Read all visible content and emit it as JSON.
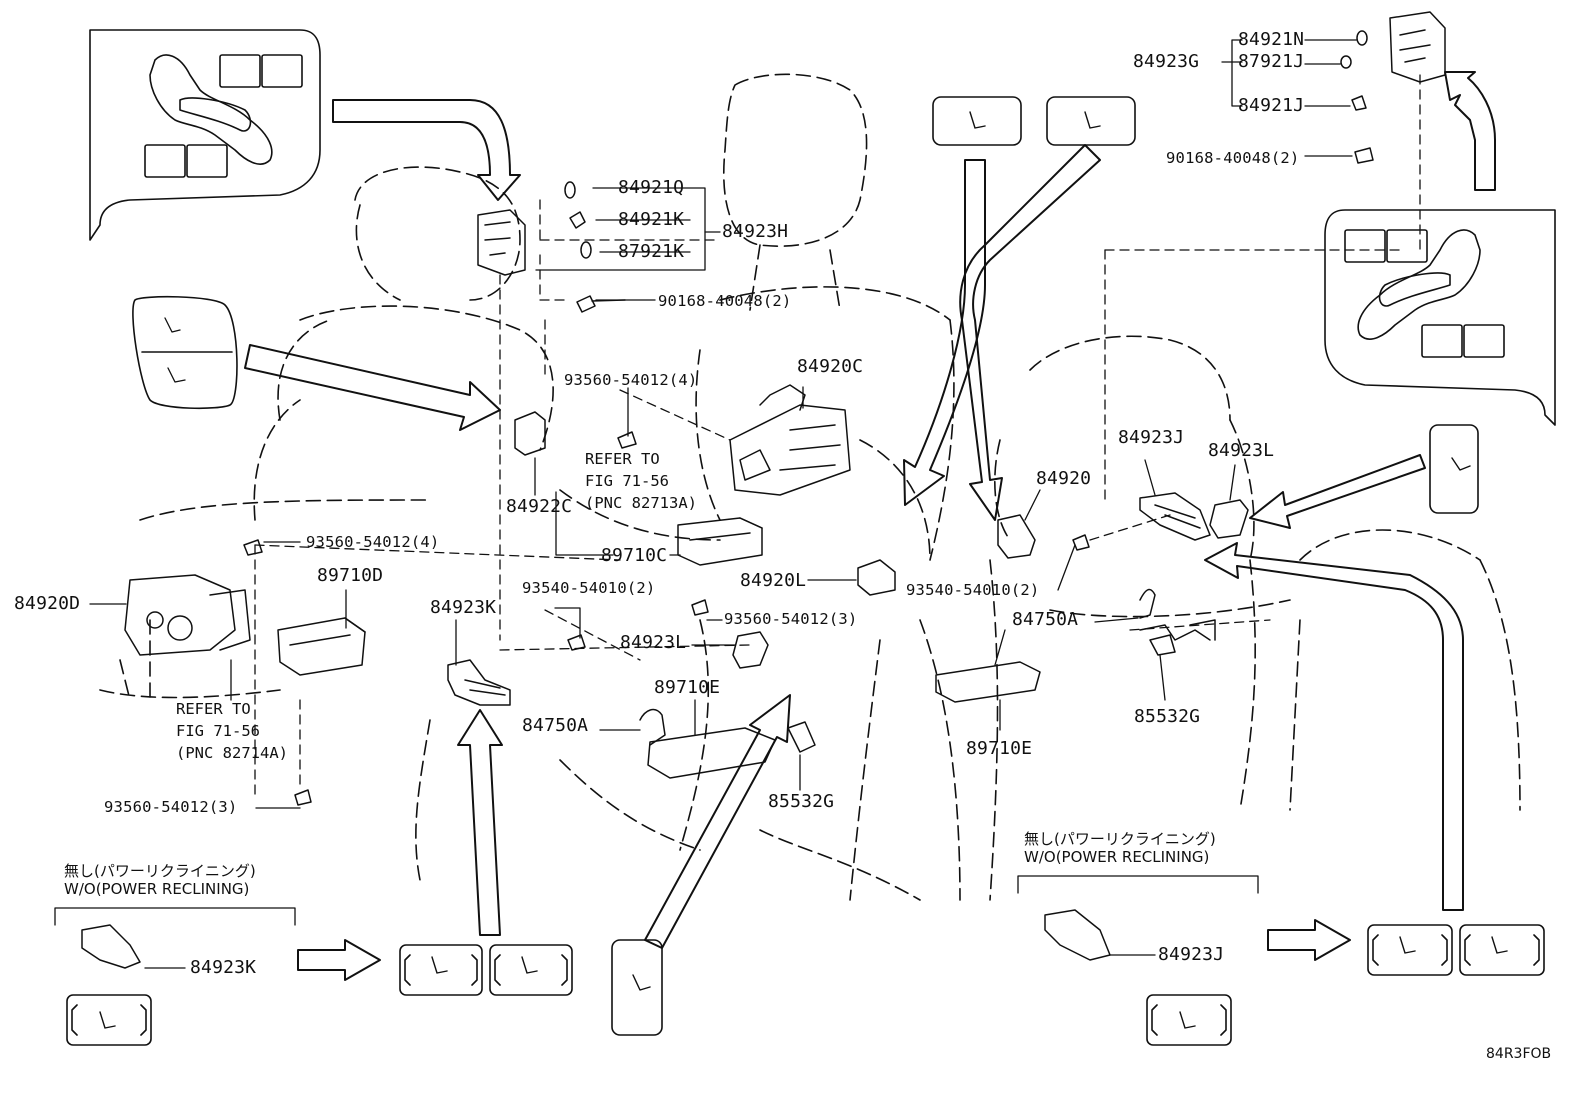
{
  "diagram_code": "84R3FOB",
  "notes": {
    "wo_power_reclining_jp": "無し(パワーリクライニング)",
    "wo_power_reclining_en": "W/O(POWER RECLINING)",
    "refer_1": [
      "REFER TO",
      "FIG 71-56",
      "(PNC 82713A)"
    ],
    "refer_2": [
      "REFER TO",
      "FIG 71-56",
      "(PNC 82714A)"
    ]
  },
  "parts": {
    "p84921N": "84921N",
    "p84923G": "84923G",
    "p87921J": "87921J",
    "p84921J": "84921J",
    "p90168_top": "90168-40048(2)",
    "p84921Q": "84921Q",
    "p84921K": "84921K",
    "p84923H": "84923H",
    "p87921K": "87921K",
    "p90168_mid": "90168-40048(2)",
    "p93560_4a": "93560-54012(4)",
    "p84920C": "84920C",
    "p84922C": "84922C",
    "p93560_4b": "93560-54012(4)",
    "p89710C": "89710C",
    "p89710D": "89710D",
    "p84920D": "84920D",
    "p93540_a": "93540-54010(2)",
    "p84923K": "84923K",
    "p84920L": "84920L",
    "p93560_3a": "93560-54012(3)",
    "p84923L_a": "84923L",
    "p89710E_a": "89710E",
    "p84750A_a": "84750A",
    "p85532G_a": "85532G",
    "p93560_3b": "93560-54012(3)",
    "p84923J": "84923J",
    "p84923L_b": "84923L",
    "p84920": "84920",
    "p93540_b": "93540-54010(2)",
    "p84750A_b": "84750A",
    "p85532G_b": "85532G",
    "p89710E_b": "89710E",
    "p84923K_b": "84923K",
    "p84923J_b": "84923J"
  }
}
